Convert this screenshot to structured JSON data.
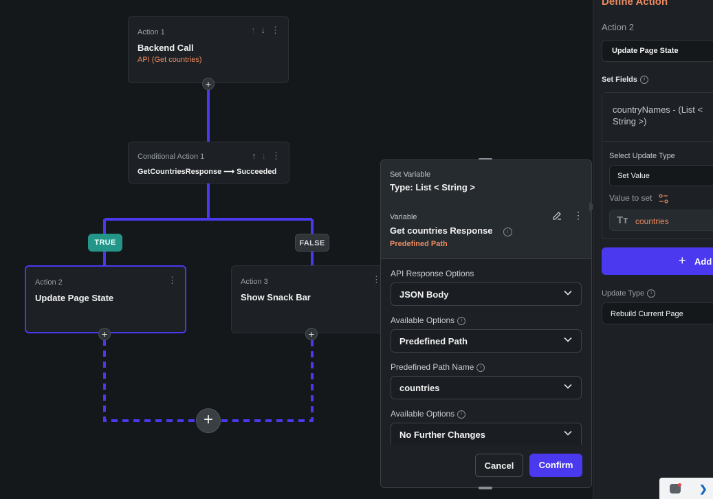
{
  "canvas": {
    "action1": {
      "label": "Action 1",
      "title": "Backend Call",
      "subtitle": "API (Get countries)"
    },
    "conditional": {
      "label": "Conditional Action 1",
      "title": "GetCountriesResponse ⟶ Succeeded"
    },
    "branch_true": "TRUE",
    "branch_false": "FALSE",
    "action2": {
      "label": "Action 2",
      "title": "Update Page State"
    },
    "action3": {
      "label": "Action 3",
      "title": "Show Snack Bar"
    }
  },
  "popup": {
    "header_label": "Set Variable",
    "header_type": "Type: List < String >",
    "variable_label": "Variable",
    "variable_name": "Get countries Response",
    "variable_source": "Predefined Path",
    "fields": [
      {
        "label": "API Response Options",
        "value": "JSON Body"
      },
      {
        "label": "Available Options",
        "value": "Predefined Path"
      },
      {
        "label": "Predefined Path Name",
        "value": "countries"
      },
      {
        "label": "Available Options",
        "value": "No Further Changes"
      }
    ],
    "cancel_label": "Cancel",
    "confirm_label": "Confirm"
  },
  "panel": {
    "heading": "Define Action",
    "action_label": "Action 2",
    "action_value": "Update Page State",
    "set_fields_label": "Set Fields",
    "field_name": "countryNames - (List < String >)",
    "update_type_select_label": "Select Update Type",
    "update_type_select_value": "Set Value",
    "value_to_set_label": "Value to set",
    "value_to_set": "countries",
    "add_button_label": "Add",
    "update_type_label": "Update Type",
    "update_type_value": "Rebuild Current Page"
  },
  "colors": {
    "accent": "#4b39ef",
    "orange": "#ee8b60",
    "true_pill": "#249689",
    "background": "#14181b",
    "surface": "#1d2125"
  }
}
